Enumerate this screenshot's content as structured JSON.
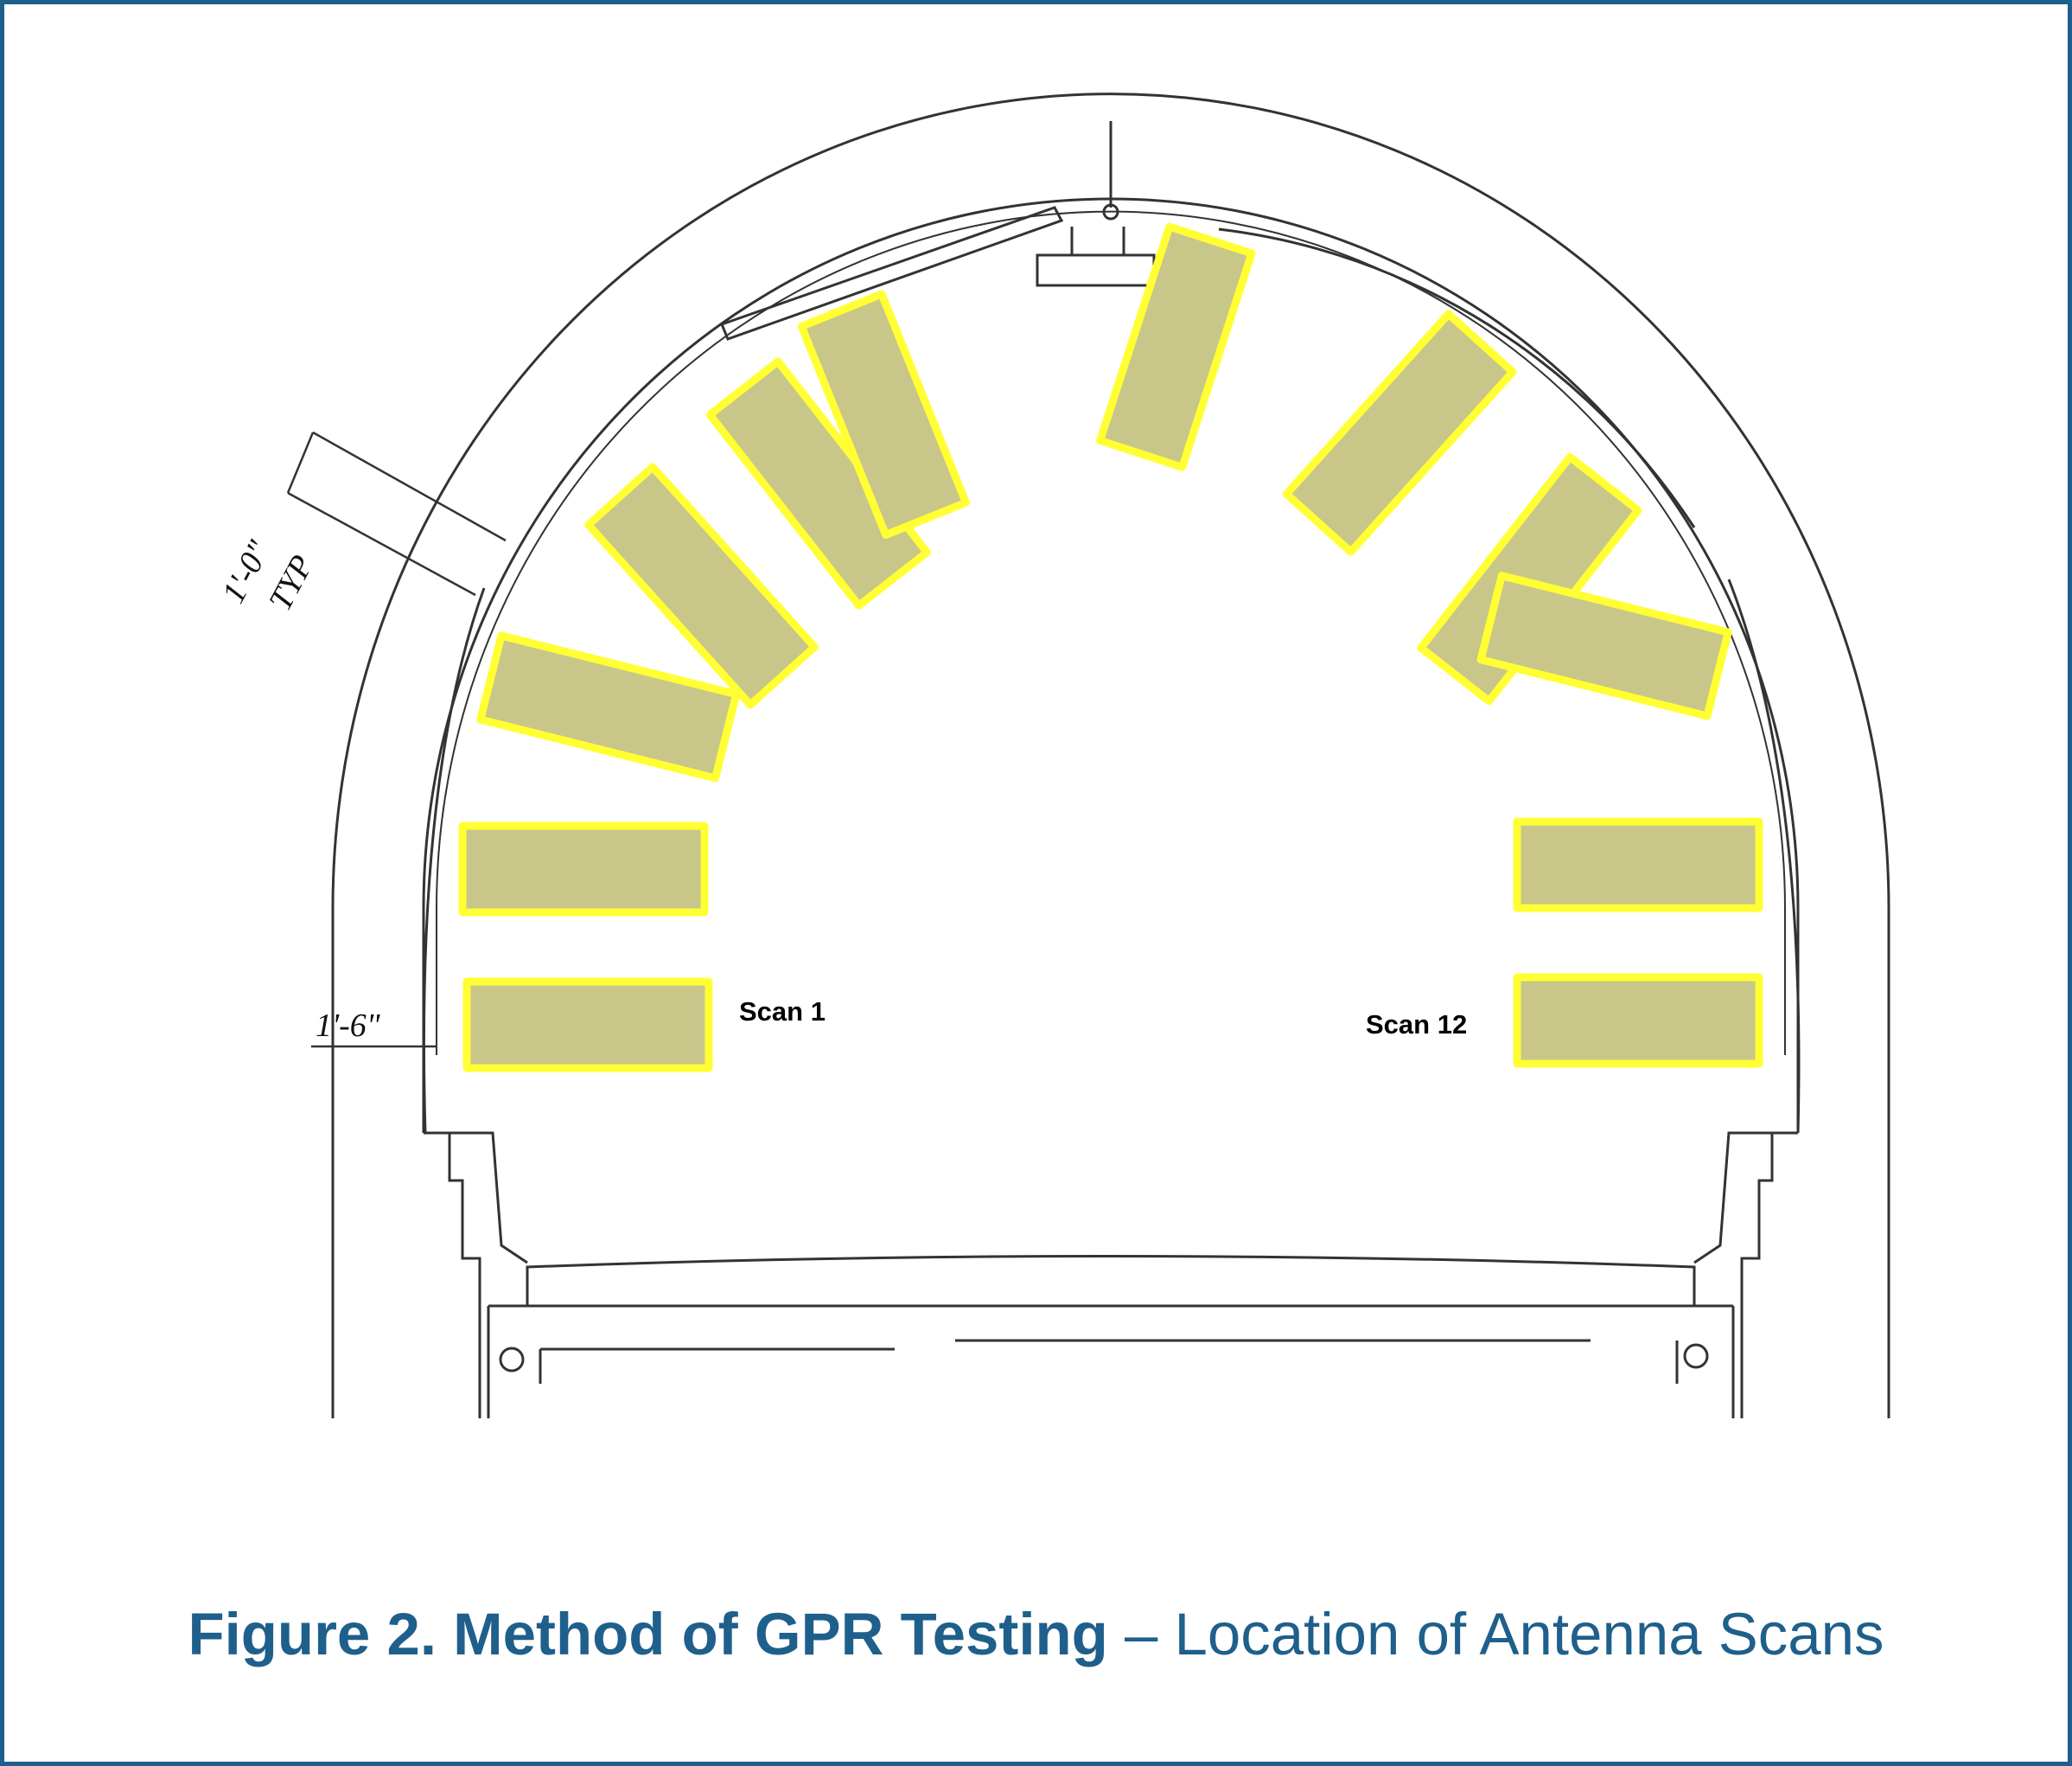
{
  "figure": {
    "caption_bold": "Figure 2. Method of GPR Testing",
    "caption_rest": " – Location of Antenna Scans"
  },
  "dimensions": {
    "crown_thickness": "1'-0\"",
    "crown_note": "TYP",
    "wall_thickness": "1'-6\""
  },
  "scan_labels": {
    "first": "Scan 1",
    "last": "Scan 12"
  },
  "colors": {
    "scan_fill": "#c9c68a",
    "scan_outline": "#ffff33",
    "border": "#1f5f8b",
    "caption": "#1f5f8b"
  }
}
